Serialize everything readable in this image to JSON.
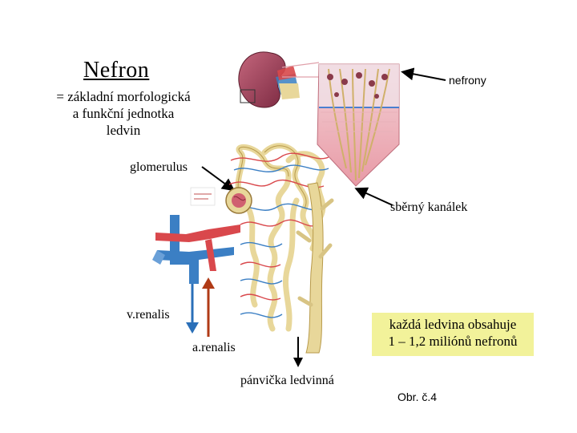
{
  "title": "Nefron",
  "definition": [
    "= základní morfologická",
    "a funkční jednotka",
    "ledvin"
  ],
  "labels": {
    "nefrony": "nefrony",
    "glomerulus": "glomerulus",
    "sberny_kanalek": "sběrný kanálek",
    "v_renalis": "v.renalis",
    "a_renalis": "a.renalis",
    "panvicka": "pánvička ledvinná",
    "obr": "Obr. č.4"
  },
  "note": [
    "každá ledvina obsahuje",
    "1 – 1,2 miliónů nefronů"
  ],
  "colors": {
    "note_bg": "#f2f29a",
    "artery": "#d9484c",
    "vein": "#3b7fc4",
    "tubule": "#e8d79a",
    "kidney": "#a0425a",
    "arrow_a_renalis": "#b03a16",
    "arrow_v_renalis": "#2a6fb8"
  }
}
